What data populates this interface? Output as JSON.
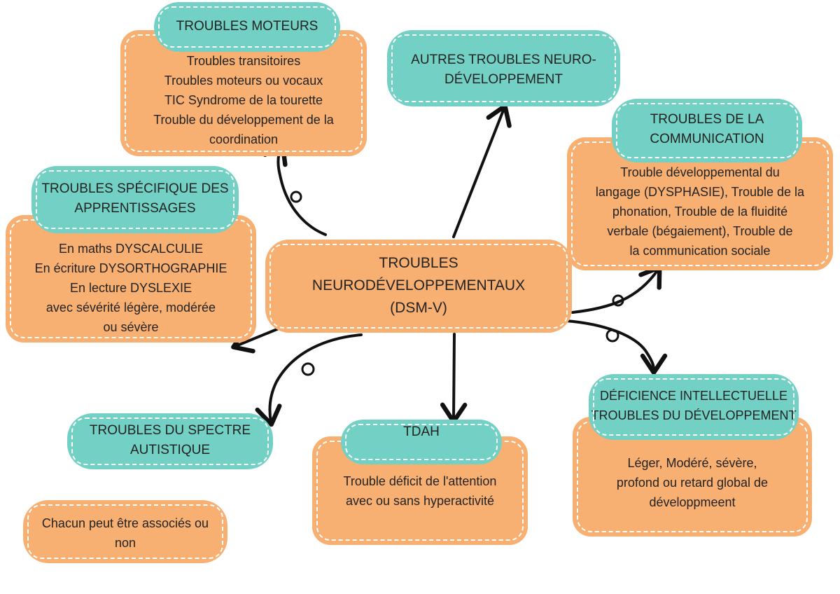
{
  "center": {
    "lines": [
      "TROUBLES",
      "NEURODÉVELOPPEMENTAUX",
      "(DSM-V)"
    ]
  },
  "moteurs": {
    "title": "TROUBLES MOTEURS",
    "lines": [
      "Troubles transitoires",
      "Troubles moteurs ou vocaux",
      "TIC Syndrome de la tourette",
      "Trouble du développement de la",
      "coordination"
    ]
  },
  "autres": {
    "lines": [
      "AUTRES TROUBLES NEURO-",
      "DÉVELOPPEMENT"
    ]
  },
  "communication": {
    "title_lines": [
      "TROUBLES DE LA",
      "COMMUNICATION"
    ],
    "lines": [
      "Trouble développemental du",
      "langage (DYSPHASIE), Trouble de la",
      "phonation, Trouble de la fluidité",
      "verbale (bégaiement), Trouble de",
      "la communication sociale"
    ]
  },
  "apprentissages": {
    "title_lines": [
      "TROUBLES SPÉCIFIQUE DES",
      "APPRENTISSAGES"
    ],
    "lines": [
      "En maths DYSCALCULIE",
      "En écriture DYSORTHOGRAPHIE",
      "En lecture DYSLEXIE",
      "avec sévérité légère, modérée",
      "ou sévère"
    ]
  },
  "autistique": {
    "lines": [
      "TROUBLES DU SPECTRE",
      "AUTISTIQUE"
    ]
  },
  "tdah": {
    "title": "TDAH",
    "lines": [
      "Trouble déficit de l'attention",
      "avec ou sans hyperactivité"
    ]
  },
  "deficience": {
    "title_lines": [
      "DÉFICIENCE INTELLECTUELLE",
      "TROUBLES DU DÉVELOPPEMENT"
    ],
    "lines": [
      "Léger, Modéré, sévère,",
      "profond ou retard global de",
      "développmeent"
    ]
  },
  "note": {
    "lines": [
      "Chacun peut être associés ou",
      "non"
    ]
  },
  "colors": {
    "orange": "#F8B072",
    "teal": "#72D1C4",
    "arrow": "#111111"
  }
}
